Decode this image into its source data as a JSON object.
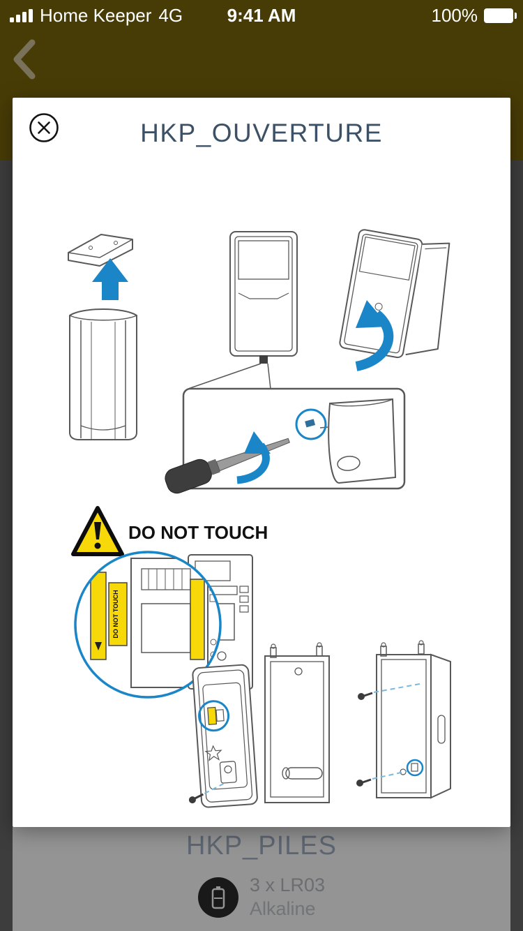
{
  "status_bar": {
    "carrier": "Home Keeper",
    "network": "4G",
    "time": "9:41 AM",
    "battery_percent": "100%",
    "signal_icon": "signal-bars-icon",
    "battery_icon": "battery-full-icon"
  },
  "header": {
    "back_icon": "chevron-left-icon"
  },
  "modal": {
    "title": "HKP_OUVERTURE",
    "close_icon": "close-circle-icon",
    "illustration": {
      "warning_text": "DO NOT TOUCH",
      "zoom_label_text": "DO NOT TOUCH",
      "warning_icon": "warning-triangle-icon",
      "arrow_icons": "blue-rotation-arrows"
    }
  },
  "background_page": {
    "section_title": "HKP_PILES",
    "battery_spec_line1": "3 x LR03",
    "battery_spec_line2": "Alkaline",
    "battery_spec_icon": "battery-icon"
  },
  "colors": {
    "header_olive": "#483c06",
    "accent_blue": "#1a86c8",
    "warning_yellow": "#f7d90a",
    "title_blue_gray": "#3d5166"
  }
}
